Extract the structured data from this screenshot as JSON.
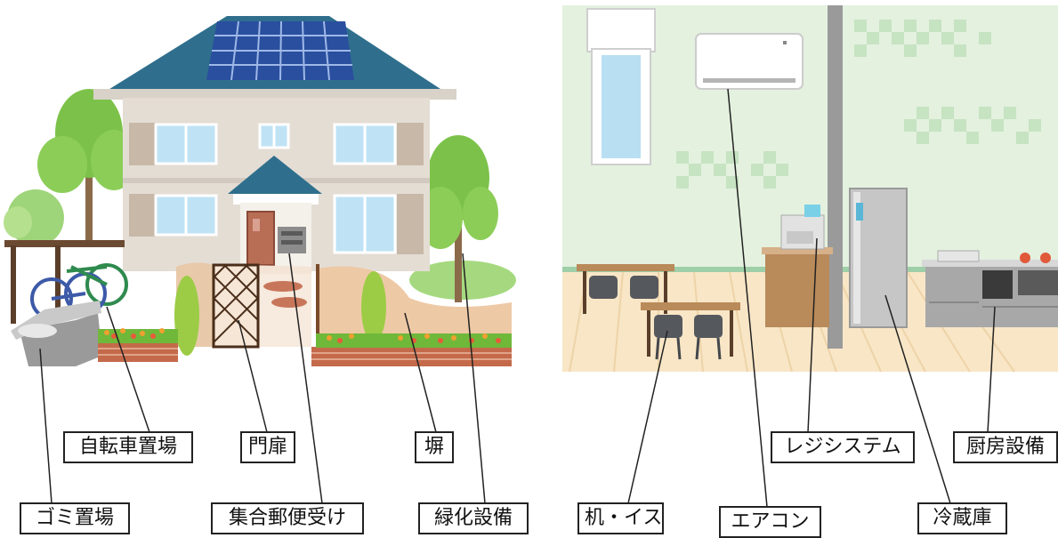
{
  "labels": {
    "bicycle_parking": "自転車置場",
    "gate_door": "門扉",
    "wall": "塀",
    "garbage_area": "ゴミ置場",
    "mailbox": "集合郵便受け",
    "greening": "緑化設備",
    "desk_chair": "机・イス",
    "aircon": "エアコン",
    "register": "レジシステム",
    "fridge": "冷蔵庫",
    "kitchen": "厨房設備"
  }
}
